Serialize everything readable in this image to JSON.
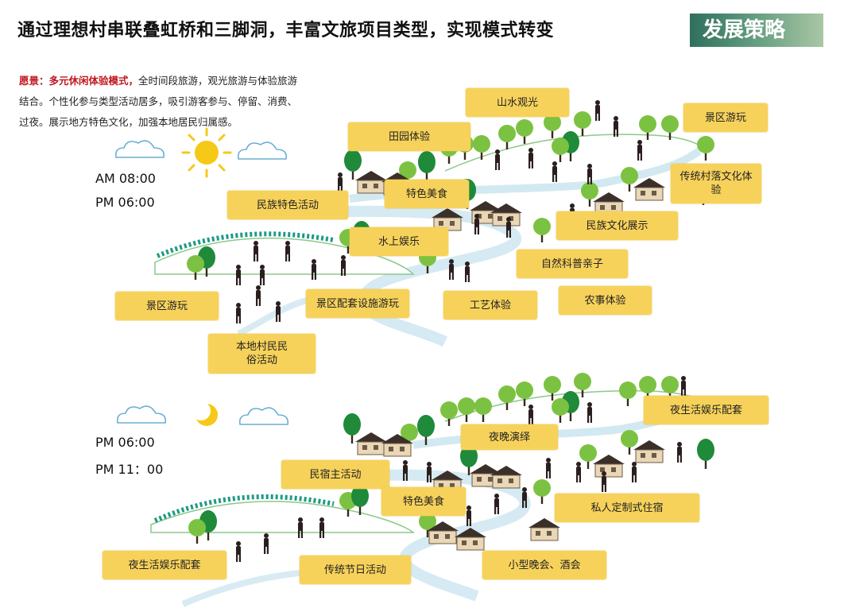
{
  "header": {
    "title": "通过理想村串联叠虹桥和三脚洞，丰富文旅项目类型，实现模式转变",
    "badge": "发展策略"
  },
  "vision": {
    "lead": "愿景：多元休闲体验模式，",
    "text": "全时间段旅游，观光旅游与体验旅游结合。个性化参与类型活动居多，吸引游客参与、停留、消费、过夜。展示地方特色文化，加强本地居民归属感。"
  },
  "day": {
    "start": "AM 08:00",
    "end": "PM 06:00",
    "labels": [
      "山水观光",
      "景区游玩",
      "田园体验",
      "传统村落文化体验",
      "民族特色活动",
      "特色美食",
      "民族文化展示",
      "水上娱乐",
      "自然科普亲子",
      "景区游玩",
      "景区配套设施游玩",
      "工艺体验",
      "农事体验",
      "本地村民民俗活动"
    ]
  },
  "night": {
    "start": "PM 06:00",
    "end": "PM 11：00",
    "labels": [
      "夜生活娱乐配套",
      "夜晚演绎",
      "民宿主活动",
      "特色美食",
      "私人定制式住宿",
      "夜生活娱乐配套",
      "传统节日活动",
      "小型晚会、酒会"
    ]
  },
  "colors": {
    "label_bg": "#f7d25b",
    "river": "#c7e3ee",
    "tree_green": "#1f8a3a",
    "tree_light": "#7cc242",
    "hill_line": "#8cc88a",
    "sun": "#f6c918"
  }
}
